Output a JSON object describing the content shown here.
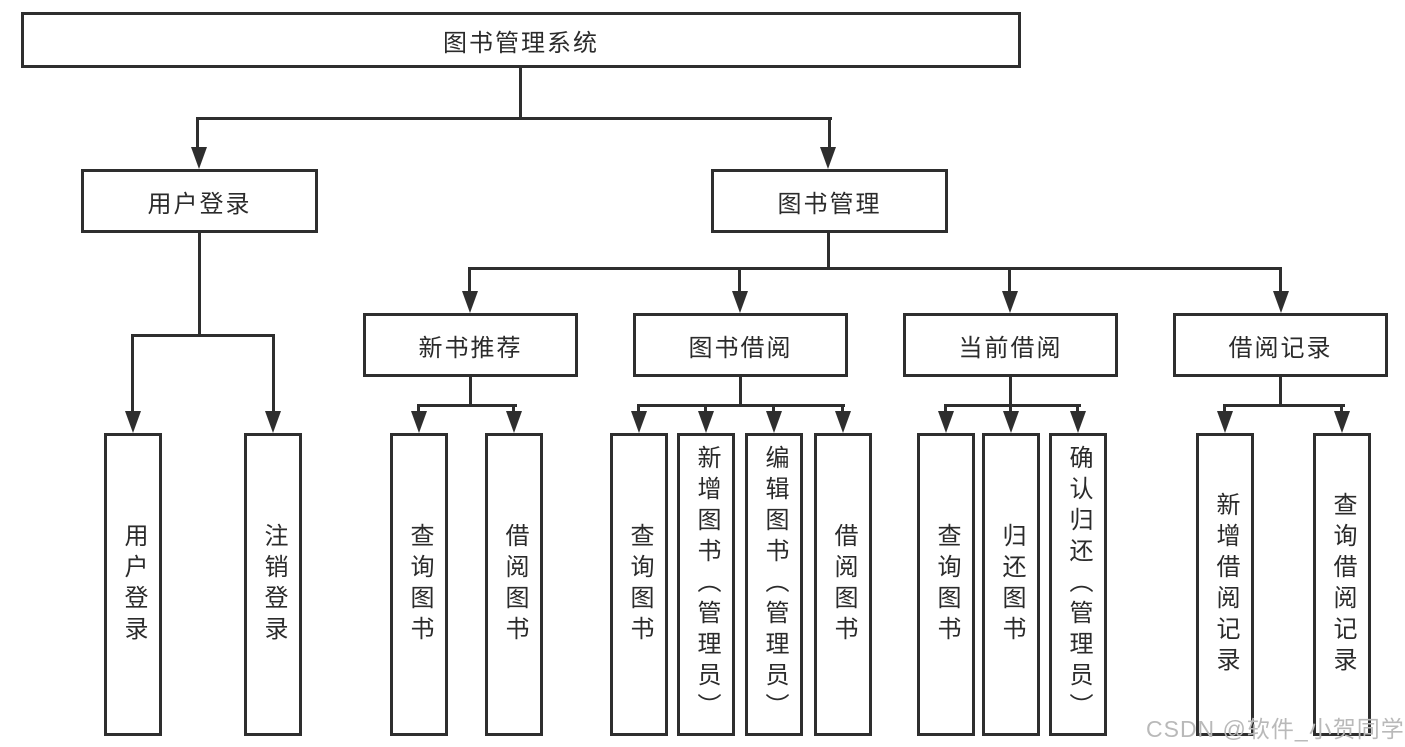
{
  "tree": {
    "root": {
      "label": "图书管理系统",
      "children": [
        {
          "label": "用户登录",
          "children": [
            {
              "label": "用户登录"
            },
            {
              "label": "注销登录"
            }
          ]
        },
        {
          "label": "图书管理",
          "children": [
            {
              "label": "新书推荐",
              "children": [
                {
                  "label": "查询图书"
                },
                {
                  "label": "借阅图书"
                }
              ]
            },
            {
              "label": "图书借阅",
              "children": [
                {
                  "label": "查询图书"
                },
                {
                  "label": "新增图书（管理员）"
                },
                {
                  "label": "编辑图书（管理员）"
                },
                {
                  "label": "借阅图书"
                }
              ]
            },
            {
              "label": "当前借阅",
              "children": [
                {
                  "label": "查询图书"
                },
                {
                  "label": "归还图书"
                },
                {
                  "label": "确认归还（管理员）"
                }
              ]
            },
            {
              "label": "借阅记录",
              "children": [
                {
                  "label": "新增借阅记录"
                },
                {
                  "label": "查询借阅记录"
                }
              ]
            }
          ]
        }
      ]
    }
  },
  "watermark": "CSDN @软件_小贺同学",
  "colors": {
    "line": "#2e2e2e",
    "text": "#2b2b2b",
    "background": "#ffffff",
    "watermark": "#b9b9b9"
  }
}
